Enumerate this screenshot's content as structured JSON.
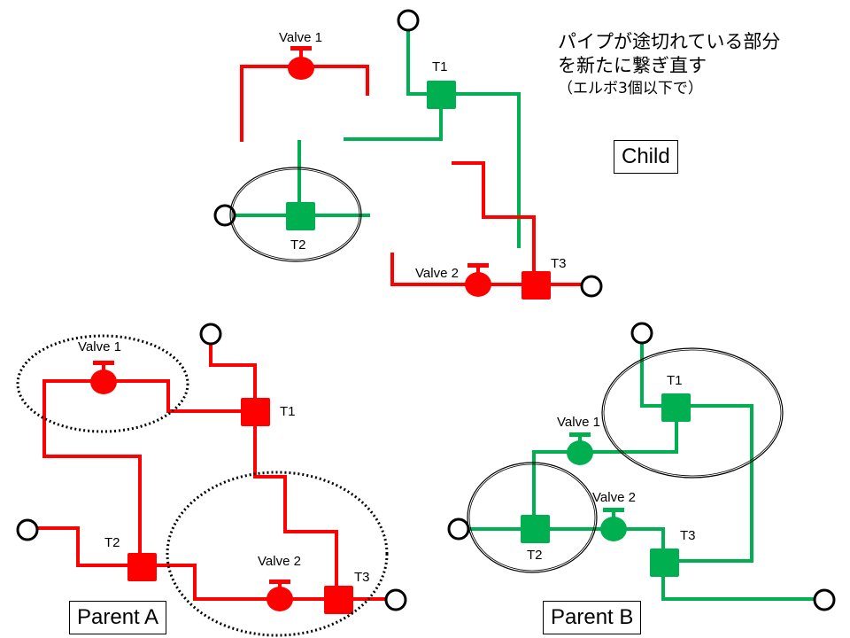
{
  "colors": {
    "red": "#ff0000",
    "green": "#00b050",
    "outline": "#000000"
  },
  "note": {
    "line1": "パイプが途切れている部分",
    "line2": "を新たに繋ぎ直す",
    "line3": "（エルボ3個以下で）"
  },
  "boxes": {
    "child": "Child",
    "parent_a": "Parent A",
    "parent_b": "Parent B"
  },
  "child": {
    "valve1": "Valve 1",
    "valve2": "Valve 2",
    "t1": "T1",
    "t2": "T2",
    "t3": "T3"
  },
  "parent_a": {
    "valve1": "Valve 1",
    "valve2": "Valve 2",
    "t1": "T1",
    "t2": "T2",
    "t3": "T3"
  },
  "parent_b": {
    "valve1": "Valve 1",
    "valve2": "Valve 2",
    "t1": "T1",
    "t2": "T2",
    "t3": "T3"
  }
}
